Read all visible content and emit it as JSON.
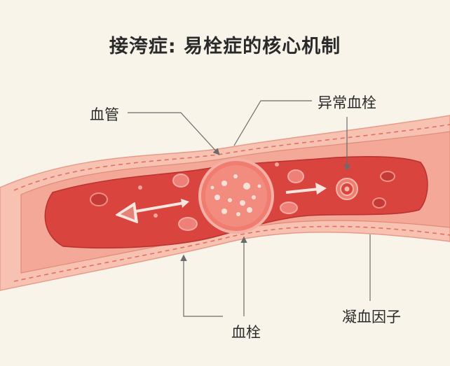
{
  "title": "接洿症: 易栓症的核心机制",
  "labels": {
    "vessel": "血管",
    "abnormal_clot": "异常血栓",
    "clot": "血栓",
    "coagulation_factor": "凝血因子"
  },
  "colors": {
    "background": "#f8f4e9",
    "vessel_wall": "#f6b7a6",
    "vessel_lumen": "#dc4a43",
    "clot": "#f07d6f",
    "leader_line": "#6b6b6b"
  }
}
